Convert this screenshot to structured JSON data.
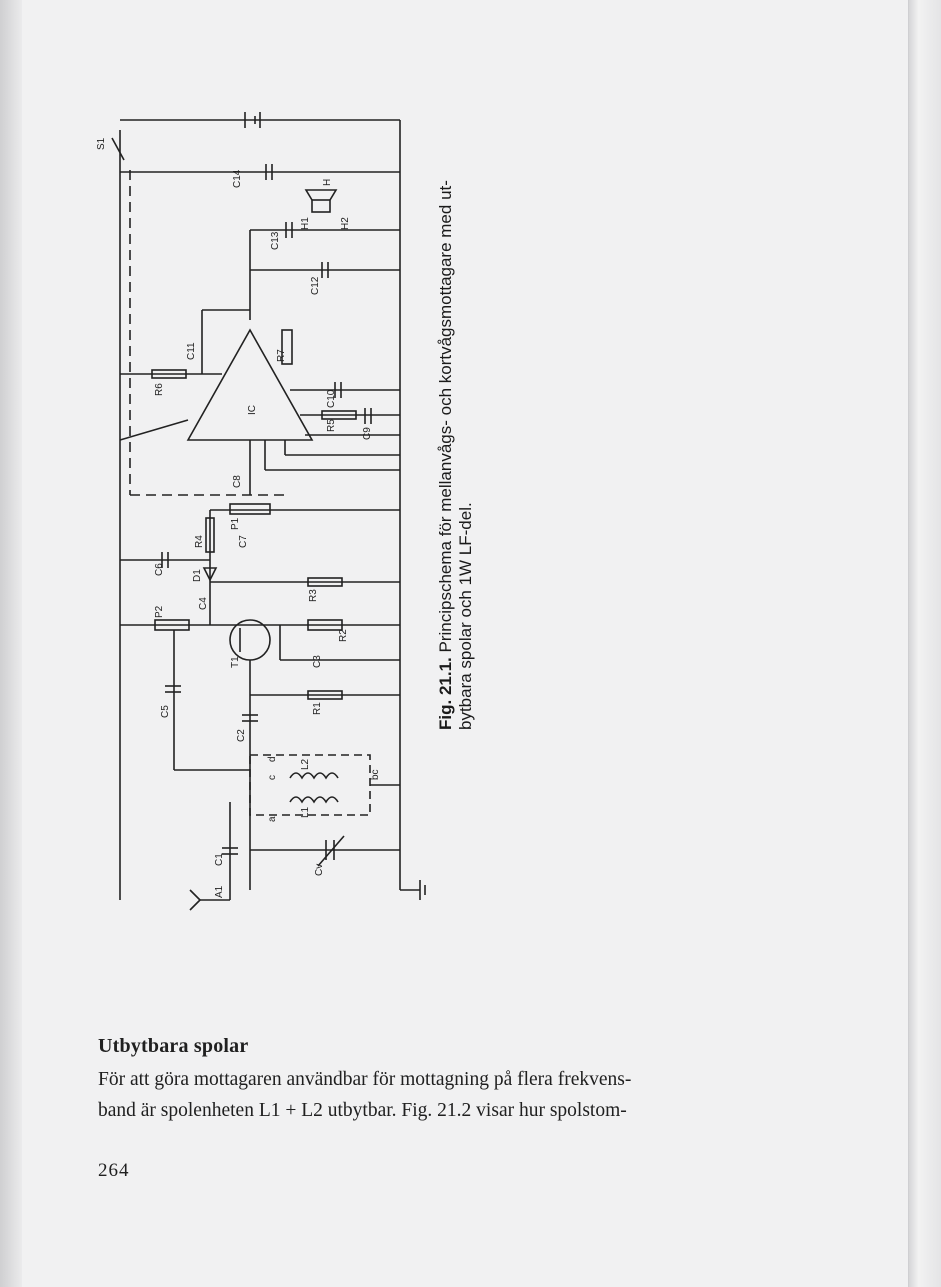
{
  "figure": {
    "caption_number": "Fig. 21.1.",
    "caption_line1": "Principschema för mellanvågs- och kortvågsmottagare med ut-",
    "caption_line2": "bytbara spolar och 1W LF-del.",
    "component_labels": [
      "S1",
      "C14",
      "H",
      "H1",
      "H2",
      "C13",
      "C12",
      "C11",
      "R7",
      "R6",
      "IC",
      "C10",
      "R5",
      "C9",
      "C8",
      "P1",
      "R4",
      "C7",
      "C6",
      "D1",
      "C4",
      "R3",
      "P2",
      "R2",
      "C3",
      "T1",
      "C5",
      "R1",
      "C2",
      "L2",
      "L1",
      "C1",
      "A1",
      "Cv",
      "bc",
      "d",
      "c",
      "a"
    ]
  },
  "section": {
    "heading": "Utbytbara spolar",
    "line1": "För att göra mottagaren användbar för mottagning på flera frekvens-",
    "line2": "band är spolenheten L1 + L2 utbytbar. Fig. 21.2 visar hur spolstom-"
  },
  "page_number": "264"
}
